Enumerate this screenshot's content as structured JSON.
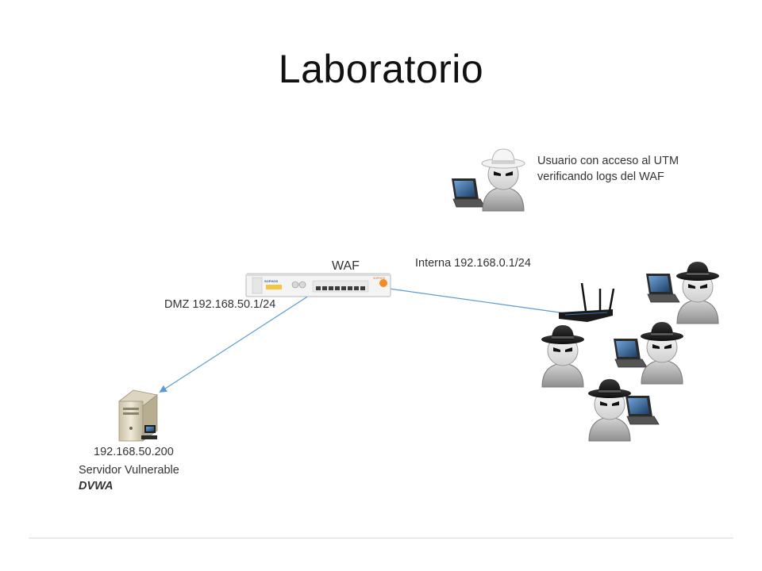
{
  "slide": {
    "title": "Laboratorio"
  },
  "labels": {
    "user_utm_line1": "Usuario con acceso al UTM",
    "user_utm_line2": "verificando logs del WAF",
    "waf": "WAF",
    "interna": "Interna 192.168.0.1/24",
    "dmz": "DMZ 192.168.50.1/24",
    "server_ip": "192.168.50.200",
    "server_desc": "Servidor Vulnerable",
    "server_app": "DVWA"
  },
  "appliance": {
    "brand": "SOPHOS"
  },
  "colors": {
    "link_line": "#5b9bd5",
    "text": "#333333"
  },
  "icons": [
    "hacker-icon",
    "laptop-icon",
    "router-icon",
    "server-icon",
    "firewall-appliance-icon"
  ]
}
